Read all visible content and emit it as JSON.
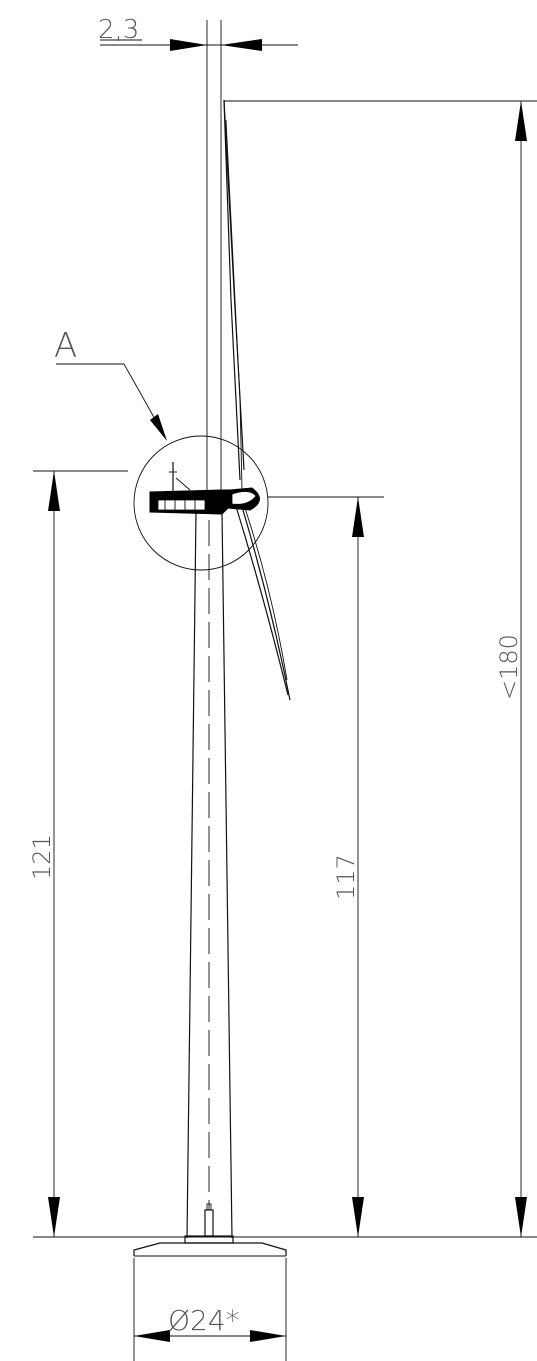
{
  "annotations": {
    "blade_clearance": "2,3",
    "detail_label": "A",
    "tip_height": "<180",
    "hub_height": "121",
    "nacelle_height": "117",
    "foundation_diameter": "Ø24*"
  }
}
